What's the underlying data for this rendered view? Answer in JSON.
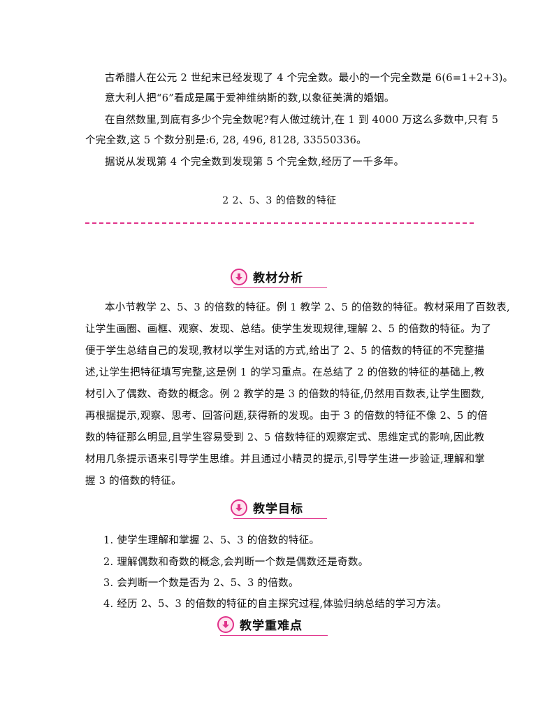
{
  "intro": {
    "p1": "古希腊人在公元 2 世纪末已经发现了 4 个完全数。最小的一个完全数是 6(6=1+2+3)。",
    "p2": "意大利人把“6”看成是属于爱神维纳斯的数,以象征美满的婚姻。",
    "p3_line1": "在自然数里,到底有多少个完全数呢?有人做过统计,在 1 到 4000 万这么多数中,只有 5",
    "p3_line2": "个完全数,这 5 个数分别是:6, 28, 496, 8128, 33550336。",
    "p4": "据说从发现第 4 个完全数到发现第 5 个完全数,经历了一千多年。"
  },
  "section": {
    "title": "2   2、5、3 的倍数的特征"
  },
  "analysis": {
    "heading": "教材分析",
    "lines": [
      "本小节教学 2、5、3 的倍数的特征。例 1 教学 2、5 的倍数的特征。教材采用了百数表,",
      "让学生画圈、画框、观察、发现、总结。使学生发现规律,理解 2、5 的倍数的特征。为了",
      "便于学生总结自己的发现,教材以学生对话的方式,给出了 2、5 的倍数的特征的不完整描",
      "述,让学生把特征填写完整,这是例 1 的学习重点。在总结了 2 的倍数的特征的基础上,教",
      "材引入了偶数、奇数的概念。例 2 教学的是 3 的倍数的特征,仍然用百数表,让学生圈数,",
      "再根据提示,观察、思考、回答问题,获得新的发现。由于 3 的倍数的特征不像 2、5 的倍",
      "数的特征那么明显,且学生容易受到 2、5 倍数特征的观察定式、思维定式的影响,因此教",
      "材用几条提示语来引导学生思维。并且通过小精灵的提示,引导学生进一步验证,理解和掌",
      "握 3 的倍数的特征。"
    ]
  },
  "goals": {
    "heading": "教学目标",
    "items": [
      "1. 使学生理解和掌握 2、5、3 的倍数的特征。",
      "2. 理解偶数和奇数的概念,会判断一个数是偶数还是奇数。",
      "3. 会判断一个数是否为 2、5、3 的倍数。",
      "4. 经历 2、5、3 的倍数的特征的自主探究过程,体验归纳总结的学习方法。"
    ]
  },
  "keypoints": {
    "heading": "教学重难点"
  },
  "colors": {
    "accent": "#e0328a",
    "badge_fill": "#ffe3ef"
  }
}
